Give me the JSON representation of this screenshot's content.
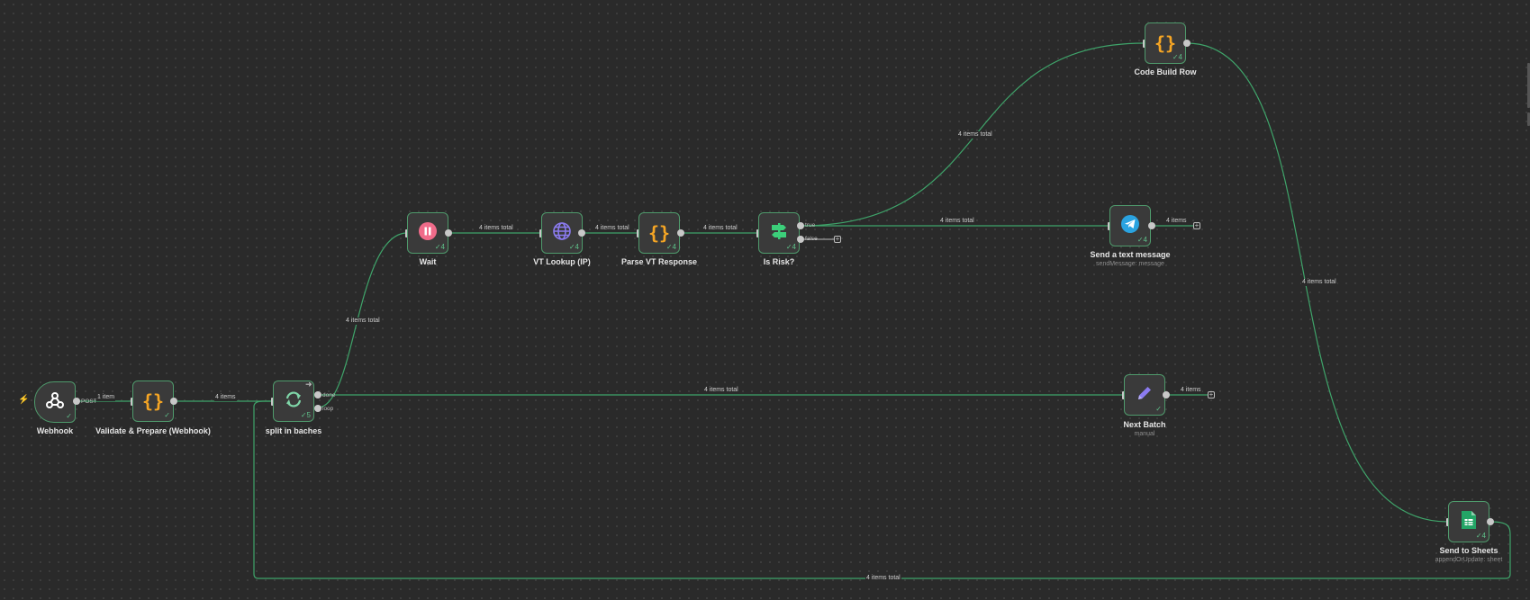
{
  "nodes": {
    "webhook": {
      "label": "Webhook",
      "port_label": "POST"
    },
    "validate": {
      "label": "Validate & Prepare (Webhook)"
    },
    "split": {
      "label": "split in baches",
      "port_done": "done",
      "port_loop": "loop",
      "count": "5"
    },
    "wait": {
      "label": "Wait",
      "count": "4"
    },
    "vt_lookup": {
      "label": "VT Lookup (IP)",
      "count": "4"
    },
    "parse_vt": {
      "label": "Parse VT Response",
      "count": "4"
    },
    "is_risk": {
      "label": "Is Risk?",
      "count": "4",
      "port_true": "true",
      "port_false": "false"
    },
    "code_build": {
      "label": "Code Build Row",
      "count": "4"
    },
    "telegram": {
      "label": "Send a text message",
      "sub": "sendMessage: message",
      "count": "4"
    },
    "next_batch": {
      "label": "Next Batch",
      "sub": "manual"
    },
    "sheets": {
      "label": "Send to Sheets",
      "sub": "appendOrUpdate: sheet",
      "count": "4"
    }
  },
  "edges": {
    "webhook_validate": "1 item",
    "validate_split": "4 items",
    "split_wait": "4 items total",
    "wait_vt": "4 items total",
    "vt_parse": "4 items total",
    "parse_risk": "4 items total",
    "risk_code": "4 items total",
    "risk_telegram": "4 items total",
    "telegram_out": "4 items",
    "split_next": "4 items total",
    "next_out": "4 items",
    "code_sheets": "4 items total",
    "sheets_loop": "4 items total"
  },
  "colors": {
    "edge": "#3fa46a",
    "node_border": "#4f9a6c",
    "canvas": "#2a2a2a"
  },
  "icons": {
    "webhook": "webhook-icon",
    "validate": "code-braces-icon",
    "split": "loop-arrows-icon",
    "wait": "pause-icon",
    "vt_lookup": "globe-icon",
    "parse_vt": "code-braces-icon",
    "is_risk": "signpost-icon",
    "code_build": "code-braces-icon",
    "telegram": "telegram-icon",
    "next_batch": "pencil-icon",
    "sheets": "google-sheets-icon"
  }
}
